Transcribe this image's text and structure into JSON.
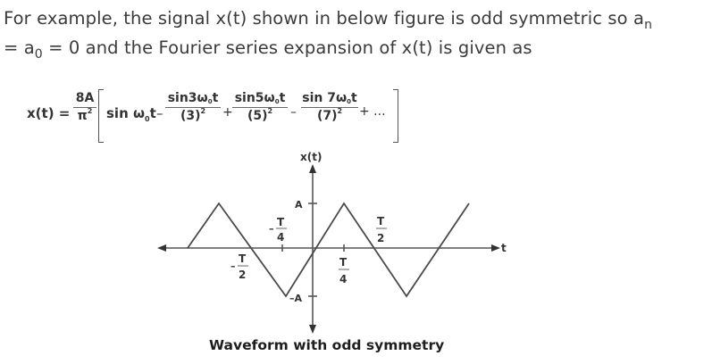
{
  "paragraph": {
    "line1_text": "For example, the signal x(t) shown in below figure is odd symmetric so a",
    "line1_sub": "n",
    "line2_prefix": "= a",
    "line2_sub": "0",
    "line2_text": " = 0 and the Fourier series expansion of x(t) is given as"
  },
  "formula": {
    "lhs": "x(t) =",
    "coef_num": "8A",
    "coef_den": "π",
    "coef_den_exp": "2",
    "term1": "sin ω",
    "term1_sub": "0",
    "term1_t": "t",
    "op1": "–",
    "frac1_num": "sin3ω",
    "frac1_num_sub": "0",
    "frac1_num_t": "t",
    "frac1_den": "(3)",
    "frac1_den_exp": "2",
    "op2": "+",
    "frac2_num": "sin5ω",
    "frac2_num_sub": "0",
    "frac2_num_t": "t",
    "frac2_den": "(5)",
    "frac2_den_exp": "2",
    "op3": "–",
    "frac3_num": "sin 7ω",
    "frac3_num_sub": "0",
    "frac3_num_t": "t",
    "frac3_den": "(7)",
    "frac3_den_exp": "2",
    "tail": "+ ..."
  },
  "figure": {
    "y_axis_label": "x(t)",
    "x_axis_label": "t",
    "amp_pos_label": "A",
    "amp_neg_label": "–A",
    "tick_labels": [
      {
        "sign": "–",
        "num": "T",
        "den": "2"
      },
      {
        "sign": "–",
        "num": "T",
        "den": "4"
      },
      {
        "sign": "",
        "num": "T",
        "den": "4"
      },
      {
        "sign": "",
        "num": "T",
        "den": "2"
      }
    ],
    "caption": "Waveform with odd symmetry"
  },
  "chart_data": {
    "type": "line",
    "title": "Waveform with odd symmetry",
    "xlabel": "t",
    "ylabel": "x(t)",
    "description": "Triangular wave with odd symmetry, amplitude A, period T",
    "x": [
      "-3T/4",
      "-T/2",
      "-T/4",
      "0",
      "T/4",
      "T/2",
      "3T/4",
      "T"
    ],
    "values": [
      "A",
      "0",
      "-A",
      "0",
      "A",
      "0",
      "-A",
      "0"
    ],
    "ylim": [
      "-A",
      "A"
    ]
  }
}
